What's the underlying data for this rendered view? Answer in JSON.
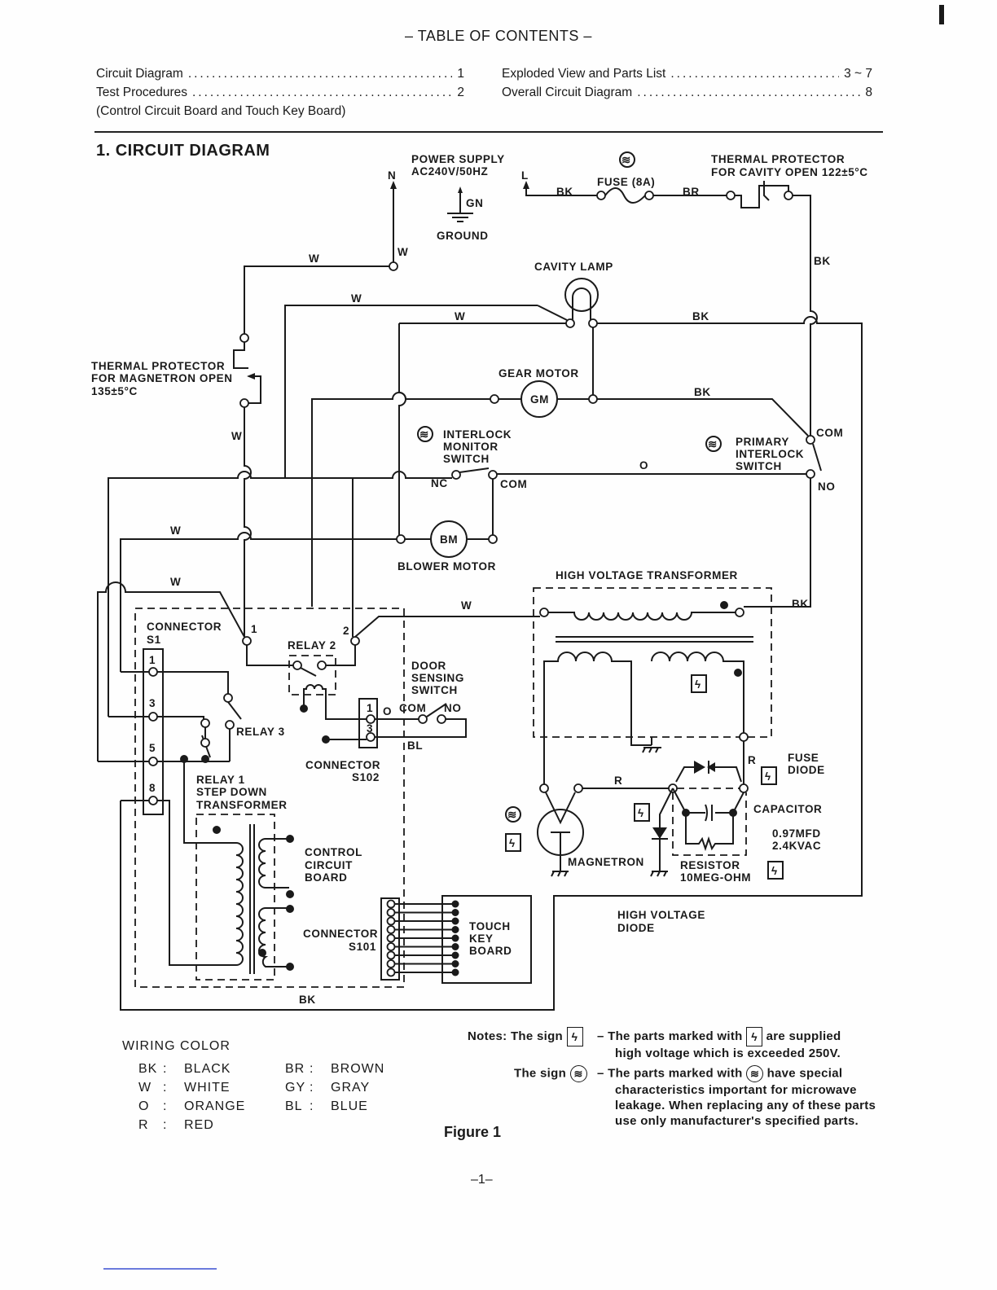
{
  "toc": {
    "title": "– TABLE OF CONTENTS –",
    "left": [
      {
        "label": "Circuit Diagram",
        "page": "1"
      },
      {
        "label": "Test Procedures",
        "page": "2"
      }
    ],
    "left_note": "(Control Circuit Board and Touch Key Board)",
    "right": [
      {
        "label": "Exploded View and Parts List",
        "page": "3 ~ 7"
      },
      {
        "label": "Overall Circuit Diagram",
        "page": "8"
      }
    ]
  },
  "section_title": "1. CIRCUIT DIAGRAM",
  "diagram": {
    "power_supply_1": "POWER SUPPLY",
    "power_supply_2": "AC240V/50HZ",
    "n": "N",
    "l": "L",
    "gn": "GN",
    "ground": "GROUND",
    "fuse": "FUSE (8A)",
    "thermal_cavity_1": "THERMAL PROTECTOR",
    "thermal_cavity_2": "FOR CAVITY OPEN 122±5°C",
    "cavity_lamp": "CAVITY LAMP",
    "thermal_mag_1": "THERMAL PROTECTOR",
    "thermal_mag_2": "FOR MAGNETRON OPEN",
    "thermal_mag_3": "135±5°C",
    "gear_motor": "GEAR MOTOR",
    "gm": "GM",
    "interlock_monitor_1": "INTERLOCK",
    "interlock_monitor_2": "MONITOR",
    "interlock_monitor_3": "SWITCH",
    "nc": "NC",
    "com": "COM",
    "no": "NO",
    "primary_1": "PRIMARY",
    "primary_2": "INTERLOCK",
    "primary_3": "SWITCH",
    "bm": "BM",
    "blower_motor": "BLOWER MOTOR",
    "hv_transformer": "HIGH VOLTAGE TRANSFORMER",
    "connector_s1_1": "CONNECTOR",
    "connector_s1_2": "S1",
    "pin_1": "1",
    "pin_3": "3",
    "pin_5": "5",
    "pin_8": "8",
    "relay2_t1": "1",
    "relay2_t2": "2",
    "relay2": "RELAY 2",
    "relay3": "RELAY 3",
    "relay1_1": "RELAY 1",
    "relay1_2": "STEP DOWN",
    "relay1_3": "TRANSFORMER",
    "door_1": "DOOR",
    "door_2": "SENSING",
    "door_3": "SWITCH",
    "s102_1": "CONNECTOR",
    "s102_2": "S102",
    "control_1": "CONTROL",
    "control_2": "CIRCUIT",
    "control_3": "BOARD",
    "s101_1": "CONNECTOR",
    "s101_2": "S101",
    "touch_1": "TOUCH",
    "touch_2": "KEY",
    "touch_3": "BOARD",
    "magnetron": "MAGNETRON",
    "fuse_diode_1": "FUSE",
    "fuse_diode_2": "DIODE",
    "capacitor": "CAPACITOR",
    "cap_val_1": "0.97MFD",
    "cap_val_2": "2.4KVAC",
    "resistor_1": "RESISTOR",
    "resistor_2": "10MEG-OHM",
    "hv_diode_1": "HIGH VOLTAGE",
    "hv_diode_2": "DIODE"
  },
  "wires": {
    "W": "W",
    "BK": "BK",
    "BR": "BR",
    "R": "R",
    "O": "O",
    "BL": "BL"
  },
  "symbols": {
    "high_voltage": "ϟ",
    "microwave": "≋"
  },
  "wiring_color": {
    "title": "WIRING COLOR",
    "items": [
      {
        "code": "BK",
        "name": "BLACK"
      },
      {
        "code": "W",
        "name": "WHITE"
      },
      {
        "code": "O",
        "name": "ORANGE"
      },
      {
        "code": "R",
        "name": "RED"
      },
      {
        "code": "BR",
        "name": "BROWN"
      },
      {
        "code": "GY",
        "name": "GRAY"
      },
      {
        "code": "BL",
        "name": "BLUE"
      }
    ]
  },
  "notes": {
    "label": "Notes:",
    "sign1_prefix": "The sign",
    "sign1_text_a": "– The parts marked with",
    "sign1_text_b": "are supplied",
    "sign1_text_c": "high voltage which is exceeded 250V.",
    "sign2_prefix": "The sign",
    "sign2_text_a": "– The parts marked with",
    "sign2_text_b": "have special",
    "sign2_text_c": "characteristics important for microwave",
    "sign2_text_d": "leakage. When replacing any of these parts",
    "sign2_text_e": "use only manufacturer's specified parts."
  },
  "figure_caption": "Figure 1",
  "page_number": "–1–"
}
